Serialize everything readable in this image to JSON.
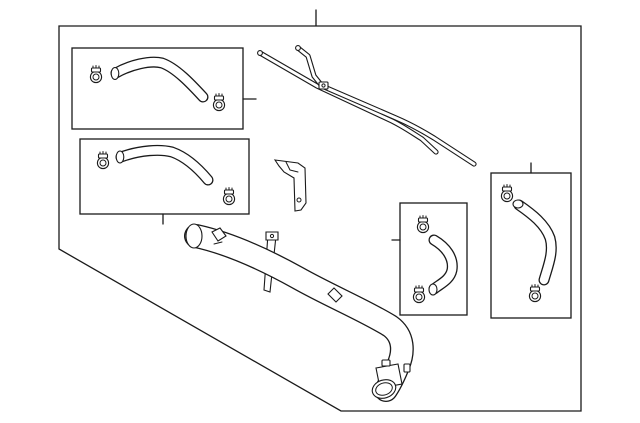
{
  "diagram": {
    "type": "exploded parts diagram",
    "callouts": []
  },
  "colors": {
    "line": "#1a1a1a",
    "background": "#ffffff"
  },
  "parts": [
    {
      "name": "hose-assembly-upper-left",
      "contents": [
        "hose",
        "clamp",
        "clamp"
      ]
    },
    {
      "name": "hose-assembly-middle-left",
      "contents": [
        "hose",
        "clamp",
        "clamp"
      ]
    },
    {
      "name": "metal-pipe"
    },
    {
      "name": "bracket"
    },
    {
      "name": "water-tube"
    },
    {
      "name": "hose-assembly-small",
      "contents": [
        "hose",
        "clamp",
        "clamp"
      ]
    },
    {
      "name": "hose-assembly-right",
      "contents": [
        "hose",
        "clamp",
        "clamp"
      ]
    }
  ]
}
